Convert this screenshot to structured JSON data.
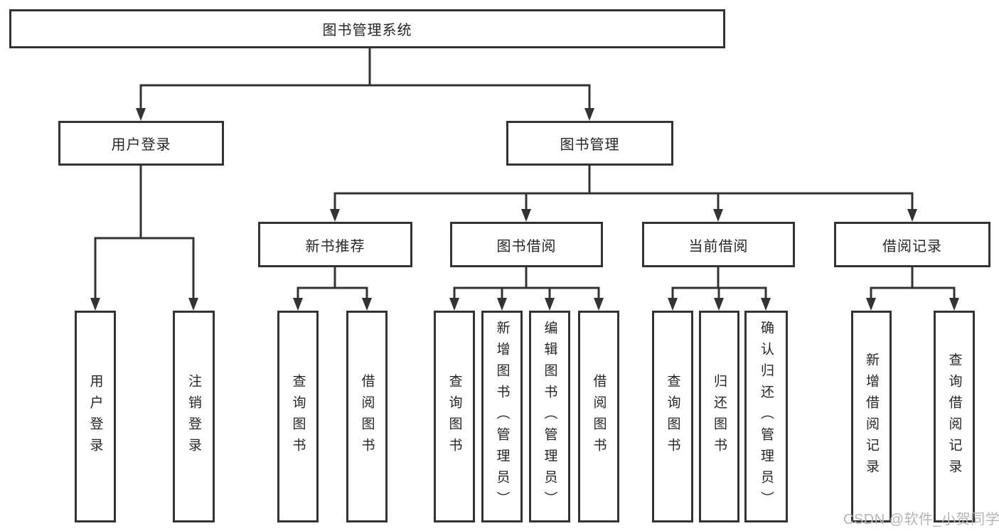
{
  "root": {
    "label": "图书管理系统"
  },
  "branches": [
    {
      "label": "用户登录",
      "children": [
        "用户登录",
        "注销登录"
      ]
    },
    {
      "label": "图书管理",
      "groups": [
        {
          "label": "新书推荐",
          "children": [
            "查询图书",
            "借阅图书"
          ]
        },
        {
          "label": "图书借阅",
          "children": [
            "查询图书",
            "新增图书（管理员）",
            "编辑图书（管理员）",
            "借阅图书"
          ]
        },
        {
          "label": "当前借阅",
          "children": [
            "查询图书",
            "归还图书",
            "确认归还（管理员）"
          ]
        },
        {
          "label": "借阅记录",
          "children": [
            "新增借阅记录",
            "查询借阅记录"
          ]
        }
      ]
    }
  ],
  "watermark": {
    "text": "CSDN @软件_小贺同学"
  },
  "colors": {
    "line": "#333333",
    "box_border": "#333333",
    "text": "#262626",
    "watermark": "#b5b5b5",
    "background": "#ffffff"
  }
}
